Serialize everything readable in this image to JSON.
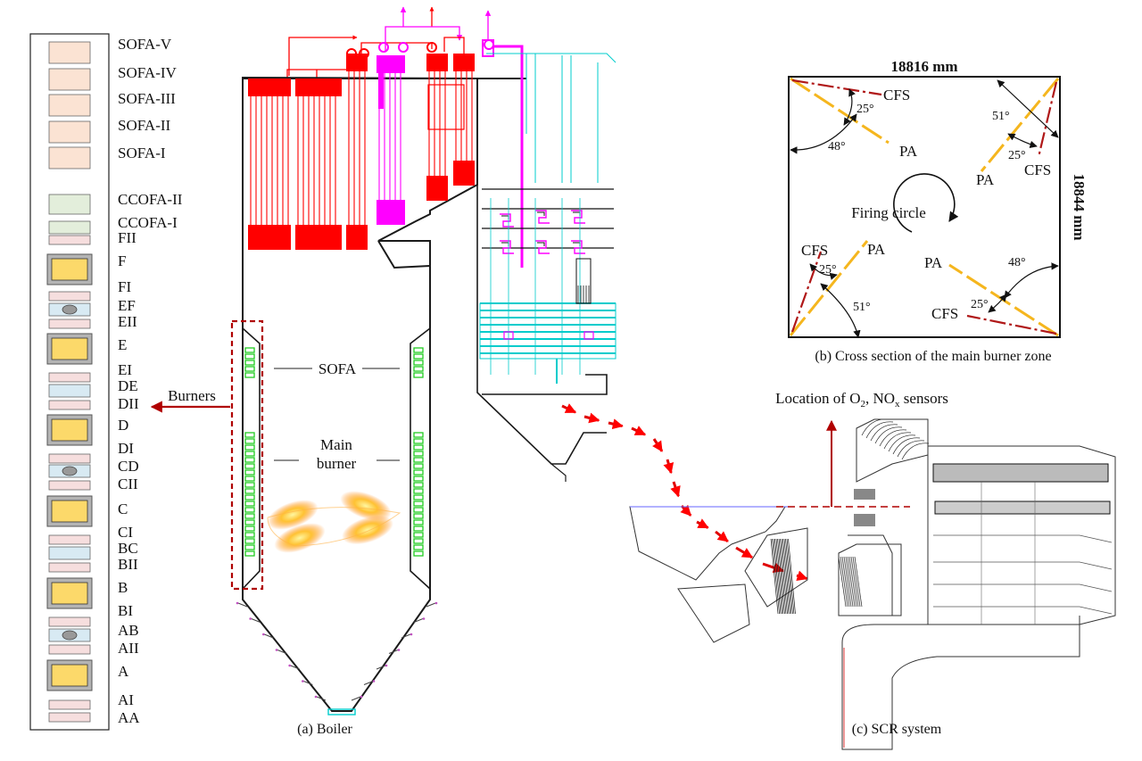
{
  "burner_column": {
    "labels": [
      "SOFA-V",
      "SOFA-IV",
      "SOFA-III",
      "SOFA-II",
      "SOFA-I",
      "CCOFA-II",
      "CCOFA-I",
      "FII",
      "F",
      "FI",
      "EF",
      "EII",
      "E",
      "EI",
      "DE",
      "DII",
      "D",
      "DI",
      "CD",
      "CII",
      "C",
      "CI",
      "BC",
      "BII",
      "B",
      "BI",
      "AB",
      "AII",
      "A",
      "AI",
      "AA"
    ],
    "kinds": [
      "sofa",
      "sofa",
      "sofa",
      "sofa",
      "sofa",
      "ccofa",
      "ccofa",
      "aux",
      "coal",
      "aux",
      "oil",
      "aux",
      "coal",
      "aux",
      "aux",
      "aux",
      "coal",
      "aux",
      "oil",
      "aux",
      "coal",
      "aux",
      "aux",
      "aux",
      "coal",
      "aux",
      "oil",
      "aux",
      "coal",
      "aux",
      "aux"
    ],
    "colors": {
      "sofa": "#fbe3d3",
      "ccofa": "#e3eedb",
      "aux": "#f6dede",
      "aux_blue": "#d8eaf3",
      "coal": "#fcd96a",
      "coal_frame": "#b4b4b4",
      "oil": "#d8eaf3"
    }
  },
  "boiler": {
    "caption": "(a) Boiler",
    "burners_label": "Burners",
    "sofa_label": "SOFA",
    "main_burner_label": [
      "Main",
      "burner"
    ],
    "colors": {
      "outline": "#1a1a1a",
      "superheater": "#ff0000",
      "reheater": "#ff00ff",
      "economizer": "#00cccc",
      "burner": "#22cc22",
      "arrow": "#b00000"
    }
  },
  "cross_section": {
    "caption": "(b) Cross section of the main burner zone",
    "width_label": "18816 mm",
    "depth_label": "18844 mm",
    "firing_circle_label": "Firing circle",
    "pa_label": "PA",
    "cfs_label": "CFS",
    "angles": {
      "cfs": "25°",
      "corner_a": "48°",
      "corner_b": "51°"
    },
    "colors": {
      "pa": "#f5b61e",
      "cfs": "#b01818"
    }
  },
  "scr": {
    "caption": "(c) SCR system",
    "sensor_label": "Location of O",
    "sensor_o_sub": "2",
    "sensor_mid": ", NO",
    "sensor_x_sub": "x",
    "sensor_suffix": " sensors",
    "colors": {
      "flow_arrow": "#e00000",
      "sensor": "#b00000"
    }
  }
}
